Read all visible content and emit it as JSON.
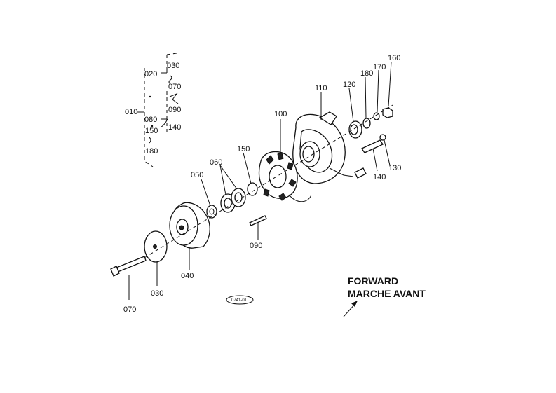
{
  "callouts": {
    "p010": "010",
    "p020": "020",
    "p030": "030",
    "p070": "070",
    "p080": "080",
    "p090": "090",
    "p140": "140",
    "p150": "150",
    "p180": "180",
    "p100": "100",
    "p110": "110",
    "p120": "120",
    "p180b": "180",
    "p170": "170",
    "p160": "160",
    "p150b": "150",
    "p060": "060",
    "p050": "050",
    "p130": "130",
    "p140b": "140",
    "p090b": "090",
    "p040": "040",
    "p030b": "030",
    "p070b": "070"
  },
  "direction": {
    "line1": "FORWARD",
    "line2": "MARCHE AVANT"
  },
  "stamp": "0741-01",
  "icons": {
    "direction_arrow": "arrow-northeast-icon"
  }
}
